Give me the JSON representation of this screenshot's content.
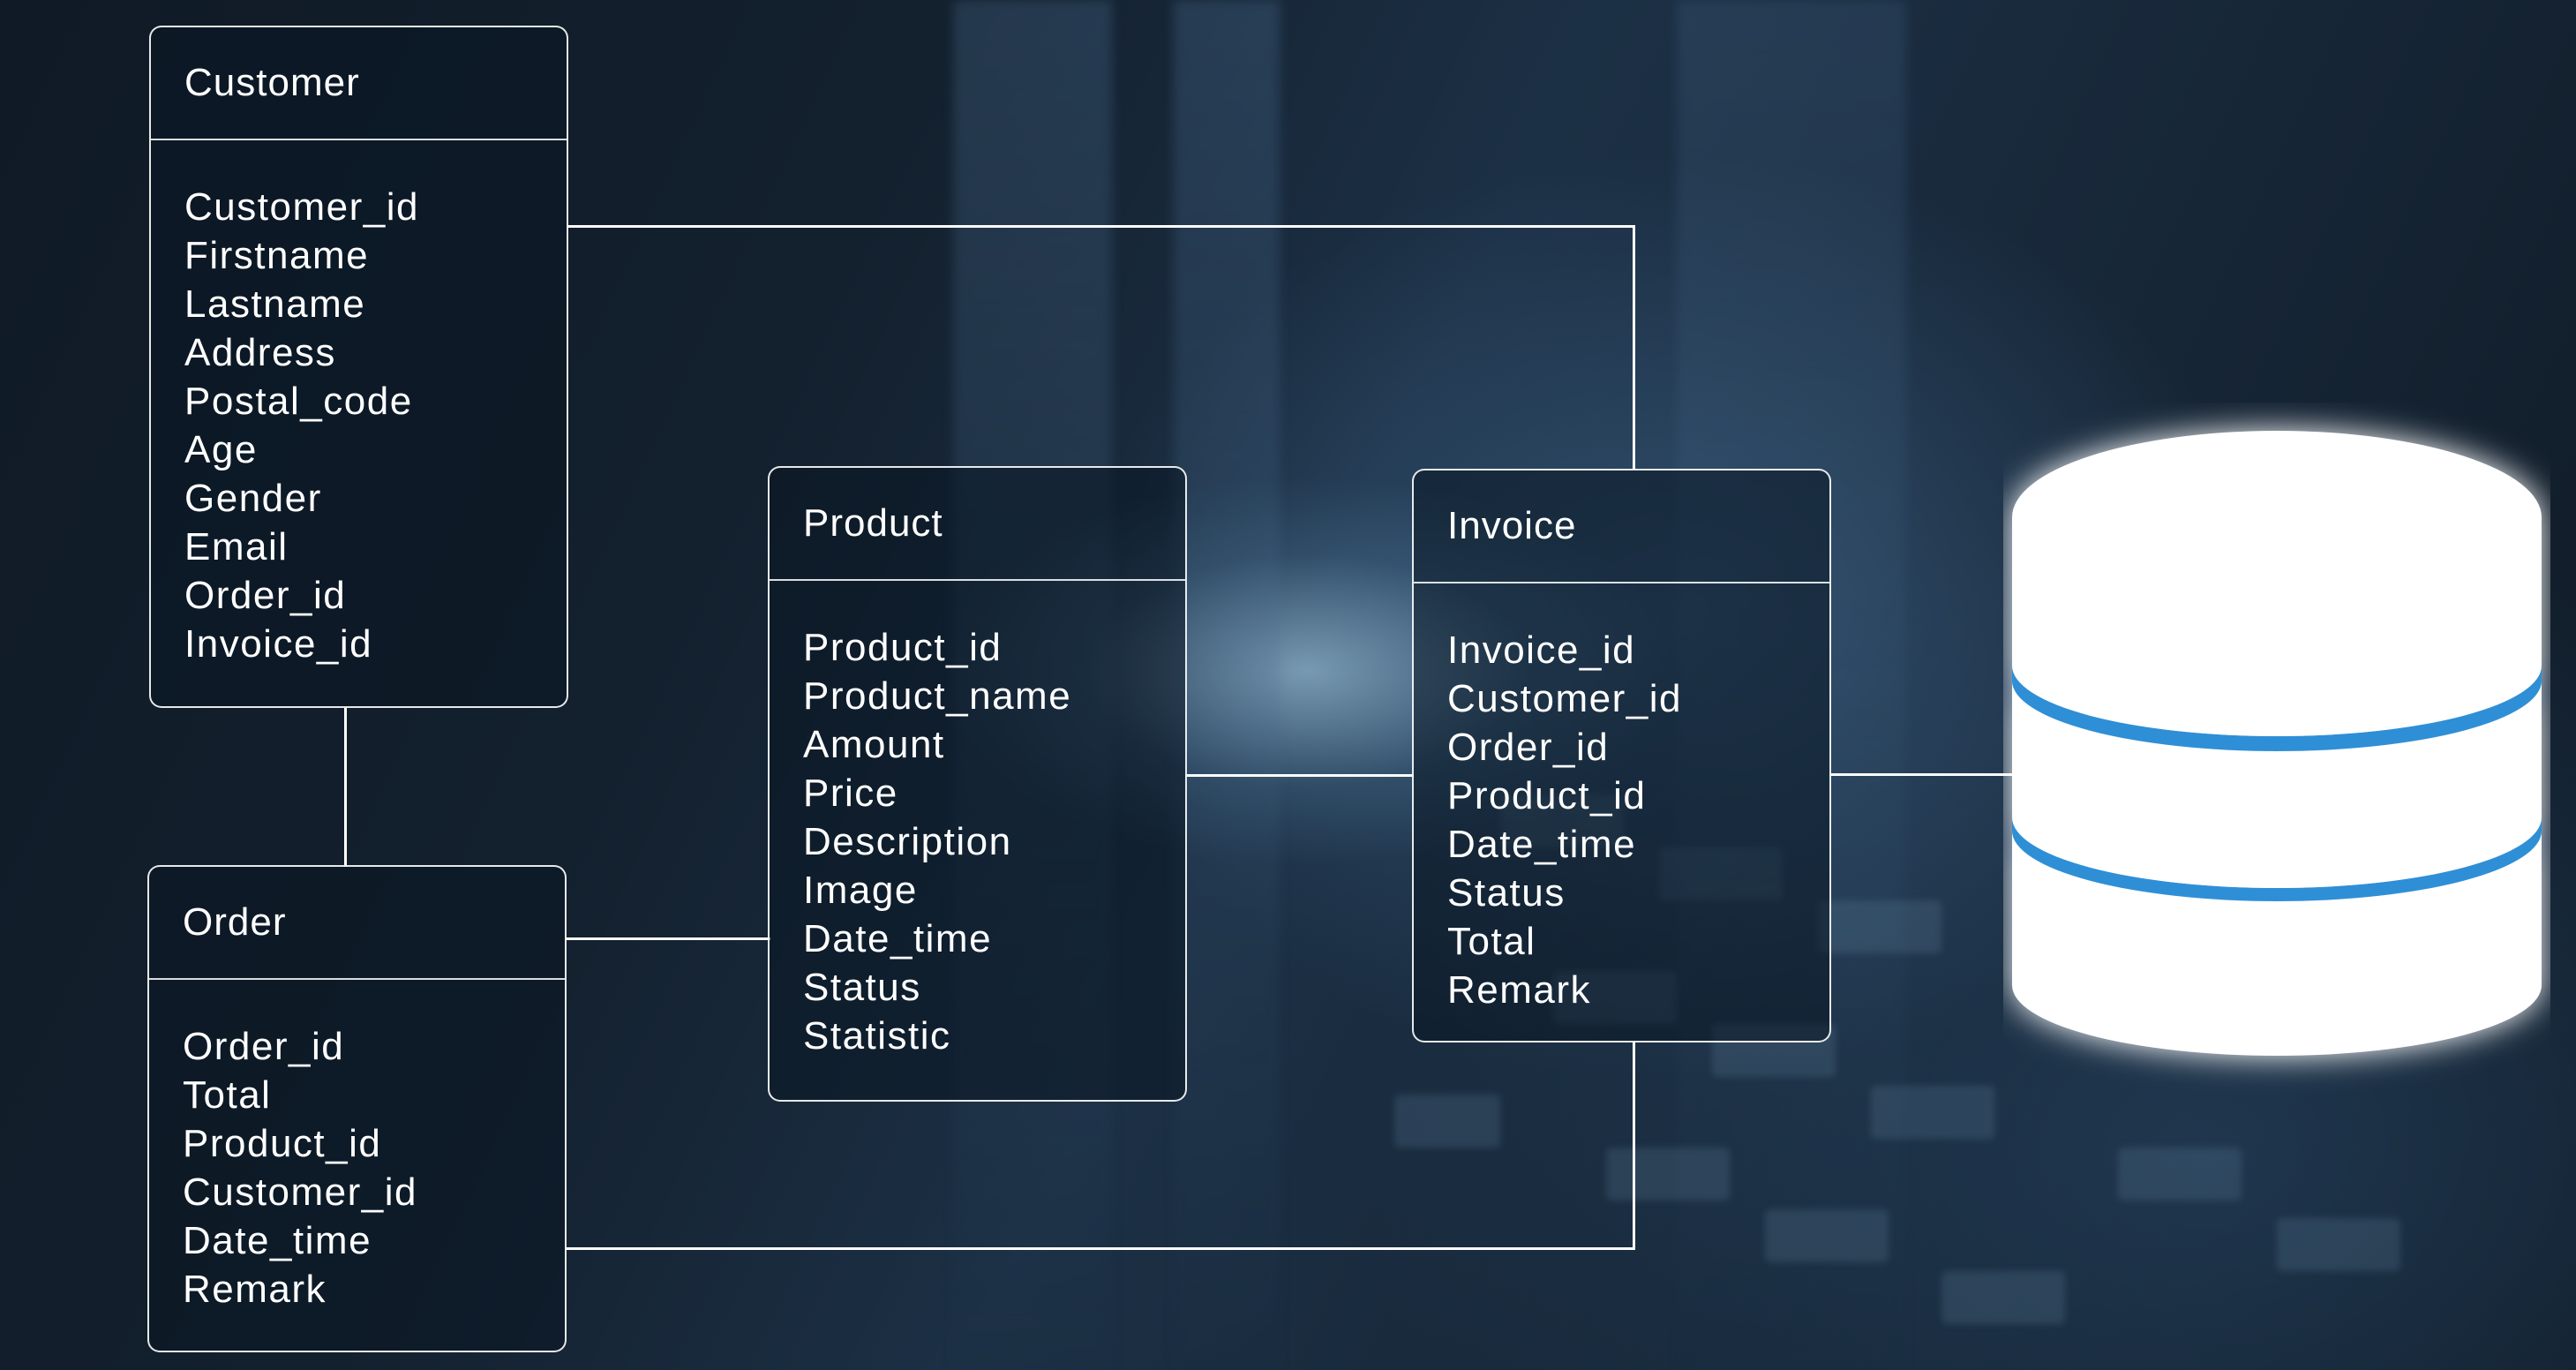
{
  "diagram": {
    "entities": {
      "customer": {
        "title": "Customer",
        "fields": [
          "Customer_id",
          "Firstname",
          "Lastname",
          "Address",
          "Postal_code",
          "Age",
          "Gender",
          "Email",
          "Order_id",
          "Invoice_id"
        ]
      },
      "order": {
        "title": "Order",
        "fields": [
          "Order_id",
          "Total",
          "Product_id",
          "Customer_id",
          "Date_time",
          "Remark"
        ]
      },
      "product": {
        "title": "Product",
        "fields": [
          "Product_id",
          "Product_name",
          "Amount",
          "Price",
          "Description",
          "Image",
          "Date_time",
          "Status",
          "Statistic"
        ]
      },
      "invoice": {
        "title": "Invoice",
        "fields": [
          "Invoice_id",
          "Customer_id",
          "Order_id",
          "Product_id",
          "Date_time",
          "Status",
          "Total",
          "Remark"
        ]
      }
    },
    "relationships": [
      {
        "from": "Customer",
        "to": "Invoice"
      },
      {
        "from": "Customer",
        "to": "Order"
      },
      {
        "from": "Order",
        "to": "Product"
      },
      {
        "from": "Order",
        "to": "Invoice"
      },
      {
        "from": "Product",
        "to": "Invoice"
      },
      {
        "from": "Invoice",
        "to": "database-icon"
      }
    ],
    "colors": {
      "line": "#ffffff",
      "database_fill": "#ffffff",
      "database_stripe": "#2f8fd6",
      "glow": "#6cc6ff"
    },
    "icon": "database-icon"
  }
}
